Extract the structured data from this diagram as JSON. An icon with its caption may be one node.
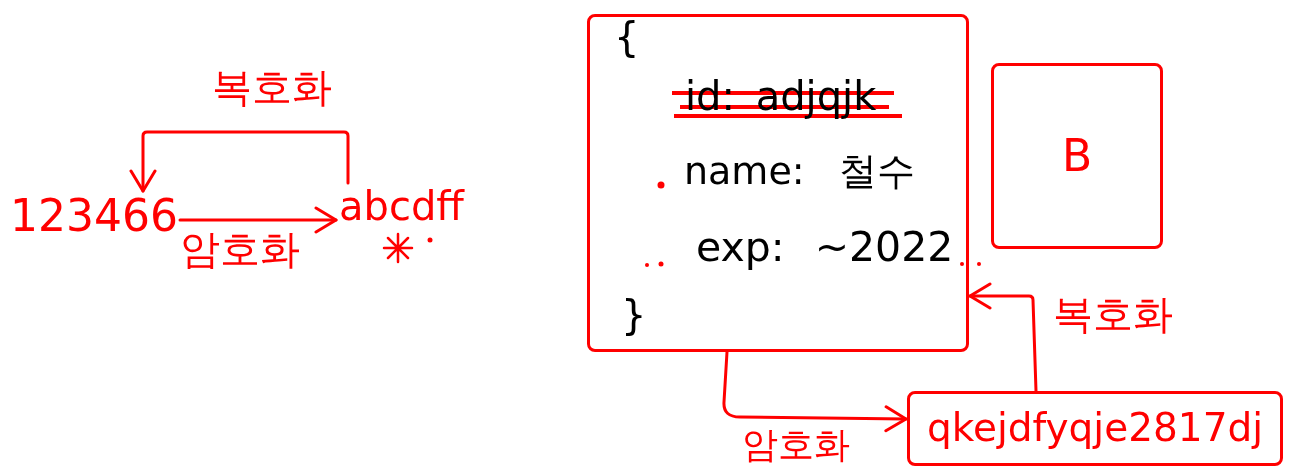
{
  "diagram": {
    "nodes": [
      {
        "text": [
          "123466"
        ]
      },
      {
        "text": [
          "abcdff"
        ]
      },
      {
        "text": [
          "{",
          "id: adjqjk",
          "name: 철수",
          "exp: ~2022",
          "}"
        ]
      },
      {
        "text": [
          "B"
        ]
      },
      {
        "text": [
          "qkejdfyqje2817dj"
        ]
      }
    ],
    "edges": [
      {
        "from": 0,
        "to": 1,
        "arrow": "to",
        "label": "암호화"
      },
      {
        "from": 1,
        "to": 0,
        "arrow": "to",
        "label": "복호화"
      },
      {
        "from": 2,
        "to": 4,
        "arrow": "to",
        "label": "암호화"
      },
      {
        "from": 4,
        "to": 2,
        "arrow": "to",
        "label": "복호화"
      }
    ]
  }
}
